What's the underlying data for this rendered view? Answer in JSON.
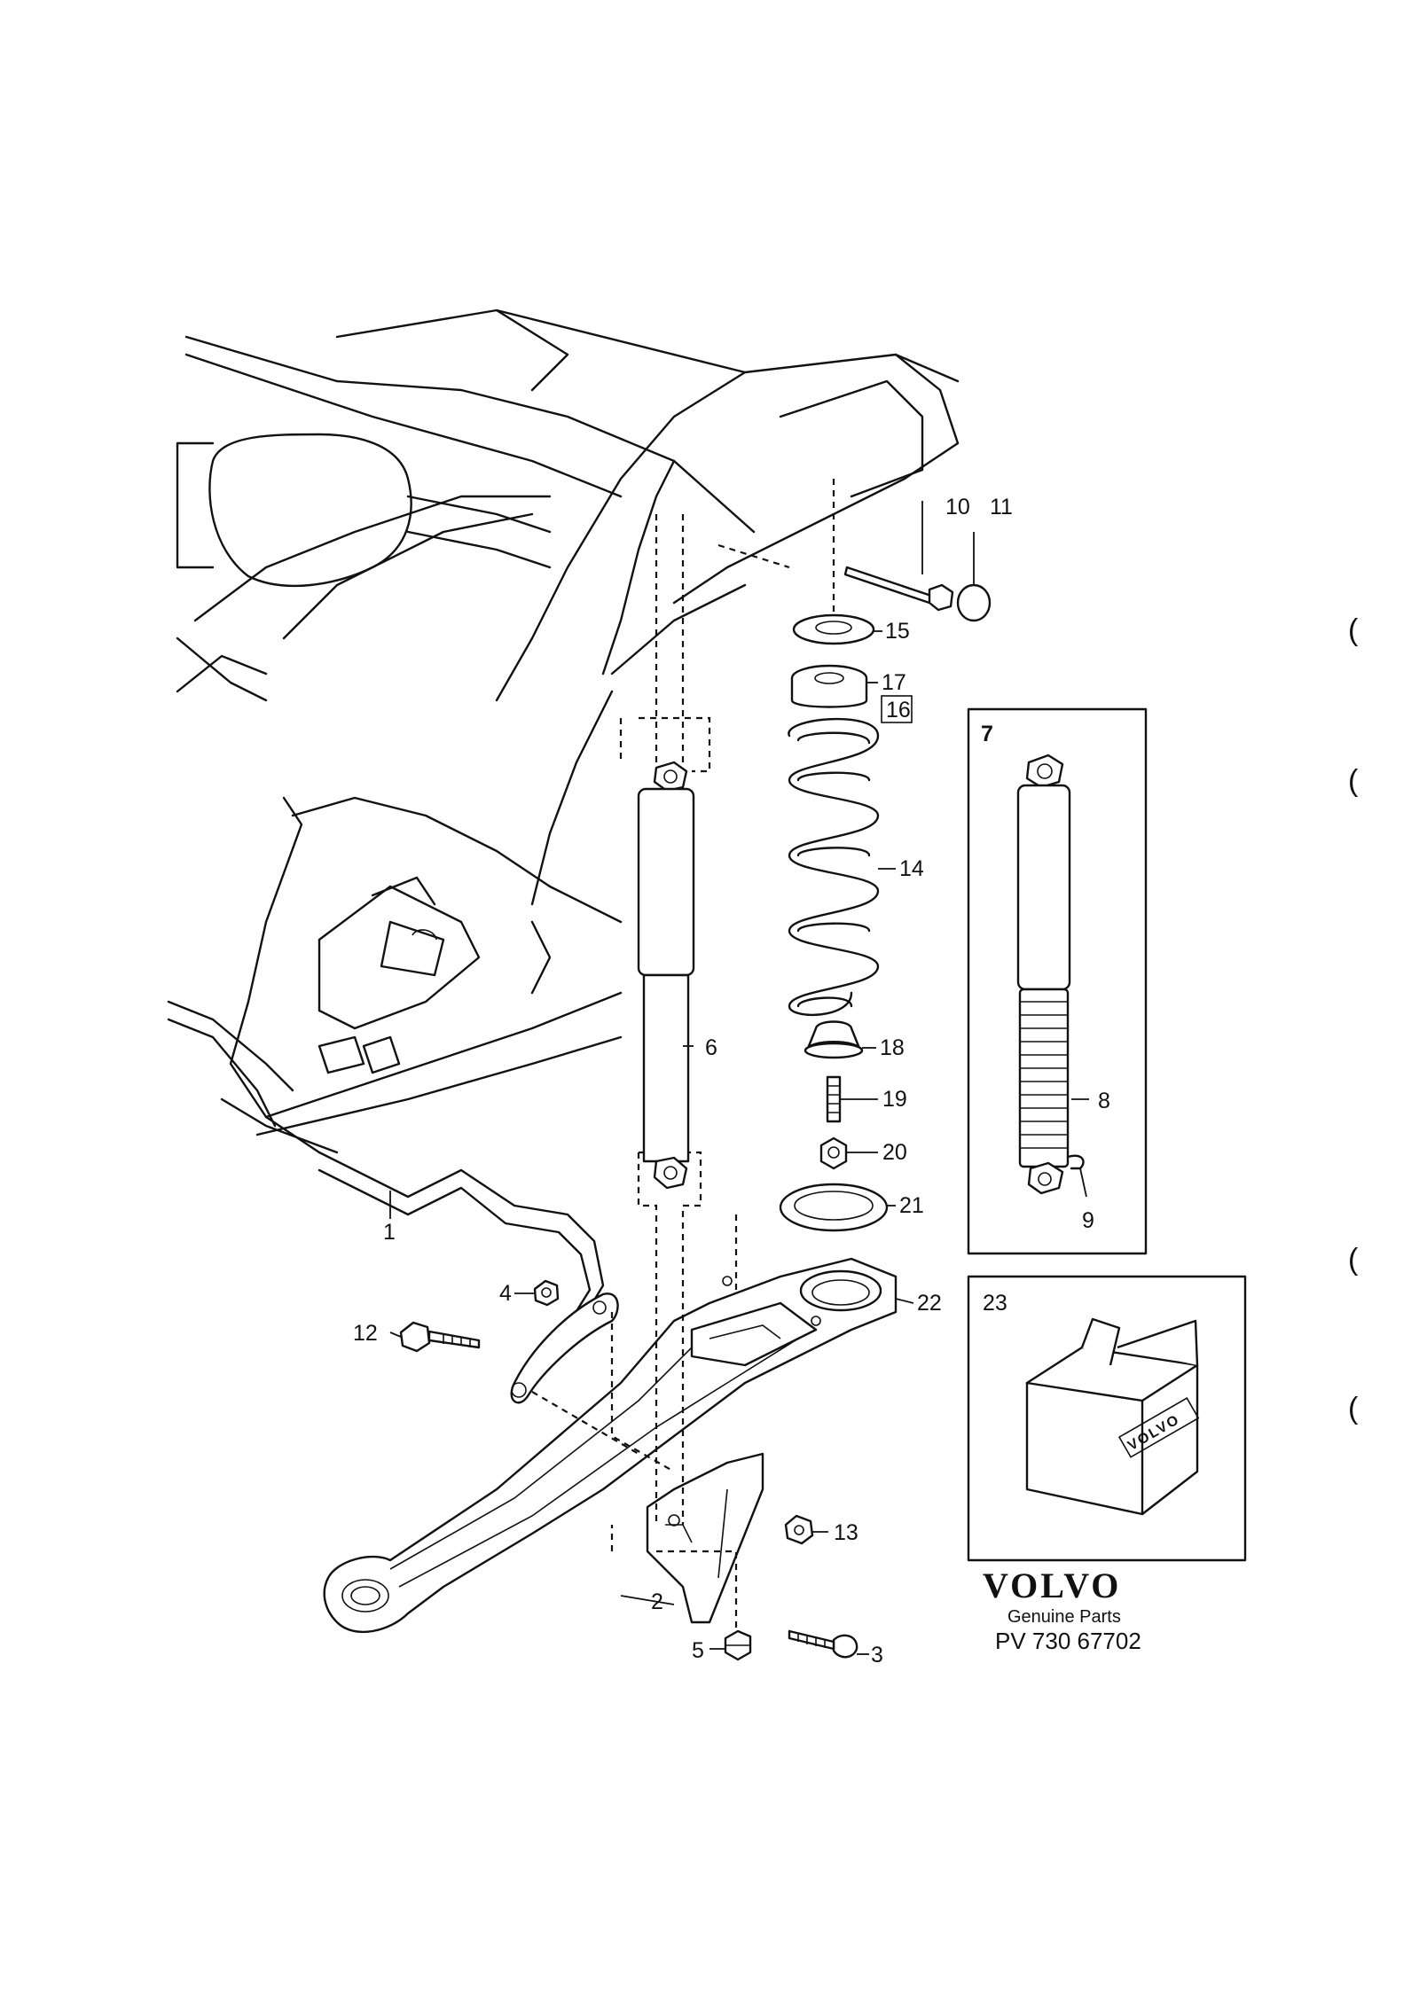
{
  "labels": {
    "l1": "1",
    "l2": "2",
    "l3": "3",
    "l4": "4",
    "l5": "5",
    "l6": "6",
    "l7": "7",
    "l8": "8",
    "l9": "9",
    "l10": "10",
    "l11": "11",
    "l12": "12",
    "l13": "13",
    "l14": "14",
    "l15": "15",
    "l16": "16",
    "l17": "17",
    "l18": "18",
    "l19": "19",
    "l20": "20",
    "l21": "21",
    "l22": "22",
    "l23": "23"
  },
  "kit_box_brand": "VOLVO",
  "footer": {
    "brand": "VOLVO",
    "tagline": "Genuine Parts",
    "code": "PV 730 67702"
  },
  "margin_marks": [
    "(",
    "(",
    "(",
    "("
  ]
}
